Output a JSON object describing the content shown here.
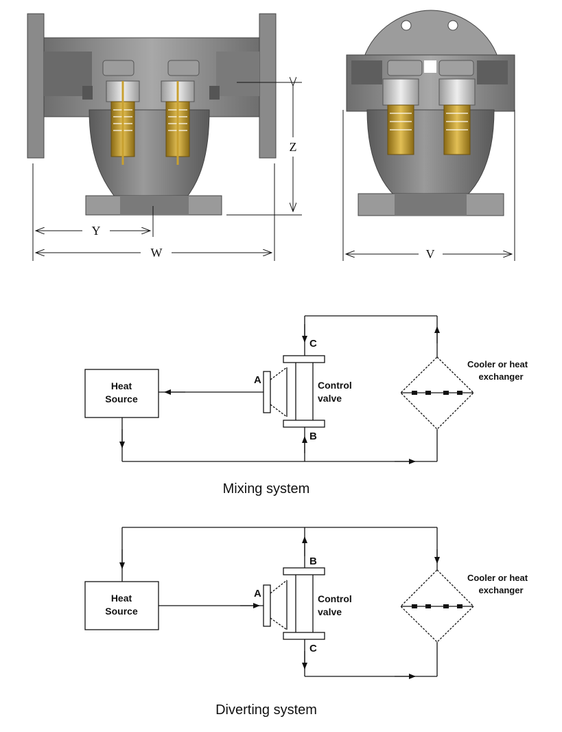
{
  "dimensions": {
    "z": "Z",
    "y": "Y",
    "w": "W",
    "v": "V"
  },
  "mixing": {
    "heat_source_line1": "Heat",
    "heat_source_line2": "Source",
    "port_a": "A",
    "port_top": "C",
    "port_bottom": "B",
    "valve_line1": "Control",
    "valve_line2": "valve",
    "cooler_line1": "Cooler or heat",
    "cooler_line2": "exchanger",
    "caption": "Mixing system"
  },
  "diverting": {
    "heat_source_line1": "Heat",
    "heat_source_line2": "Source",
    "port_a": "A",
    "port_top": "B",
    "port_bottom": "C",
    "valve_line1": "Control",
    "valve_line2": "valve",
    "cooler_line1": "Cooler or heat",
    "cooler_line2": "exchanger",
    "caption": "Diverting system"
  },
  "colors": {
    "casting": "#8c8c8c",
    "casting_dark": "#5f5f5f",
    "casting_light": "#b8b8b8",
    "brass": "#c9a23a",
    "line": "#111111"
  }
}
